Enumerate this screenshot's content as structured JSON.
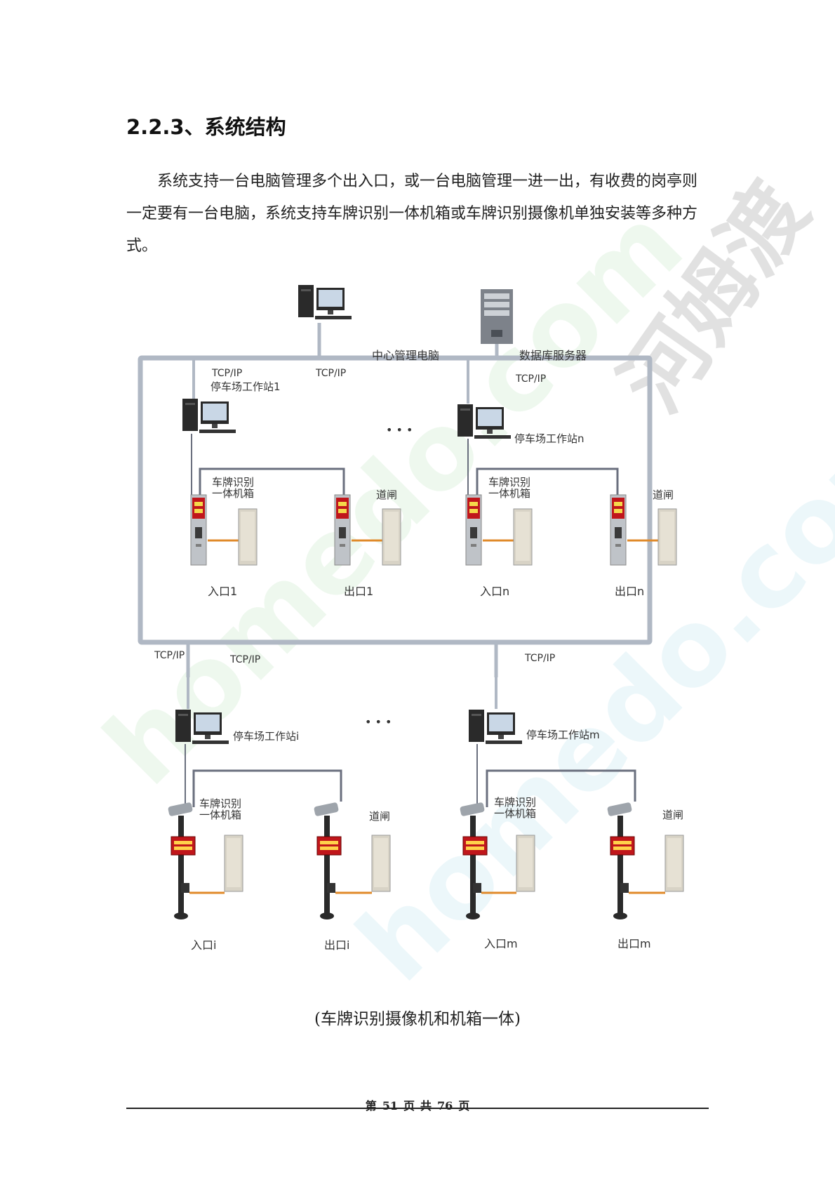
{
  "heading": "2.2.3、系统结构",
  "body_text": "系统支持一台电脑管理多个出入口，或一台电脑管理一进一出，有收费的岗亭则一定要有一台电脑，系统支持车牌识别一体机箱或车牌识别摄像机单独安装等多种方式。",
  "diagram": {
    "center_pc_label": "中心管理电脑",
    "db_server_label": "数据库服务器",
    "protocol": "TCP/IP",
    "ellipsis": "• • •",
    "stations": [
      {
        "name": "停车场工作站1",
        "entry": "入口1",
        "exit": "出口1"
      },
      {
        "name": "停车场工作站n",
        "entry": "入口n",
        "exit": "出口n"
      },
      {
        "name": "停车场工作站i",
        "entry": "入口i",
        "exit": "出口i"
      },
      {
        "name": "停车场工作站m",
        "entry": "入口m",
        "exit": "出口m"
      }
    ],
    "lpr_box_label_1": "车牌识别",
    "lpr_box_label_2": "一体机箱",
    "gate_label": "道闸"
  },
  "caption": "(车牌识别摄像机和机箱一体)",
  "footer": {
    "page_label": "第",
    "page_current": "51",
    "page_unit": "页",
    "total_label": "共",
    "page_total": "76",
    "total_unit": "页"
  },
  "watermarks": [
    "homedo.com",
    "homedo.com",
    "河姆渡"
  ],
  "colors": {
    "network_line": "#b0b8c4",
    "connector": "#6a6f7e",
    "barrier_arm": "#e08a2a",
    "led_red": "#c0161b"
  }
}
